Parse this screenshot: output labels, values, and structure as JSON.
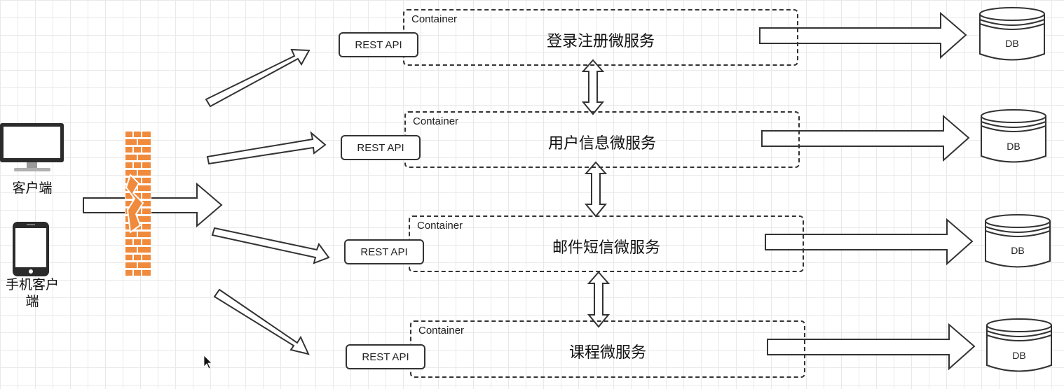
{
  "clients": {
    "desktop_label": "客户端",
    "mobile_label_line1": "手机客户",
    "mobile_label_line2": "端"
  },
  "services": [
    {
      "container_label": "Container",
      "title": "登录注册微服务",
      "api_label": "REST API",
      "db_label": "DB"
    },
    {
      "container_label": "Container",
      "title": "用户信息微服务",
      "api_label": "REST API",
      "db_label": "DB"
    },
    {
      "container_label": "Container",
      "title": "邮件短信微服务",
      "api_label": "REST API",
      "db_label": "DB"
    },
    {
      "container_label": "Container",
      "title": "课程微服务",
      "api_label": "REST API",
      "db_label": "DB"
    }
  ],
  "colors": {
    "gateway": "#f08a3c",
    "stroke": "#333333"
  },
  "icons": [
    "desktop-monitor-icon",
    "mobile-phone-icon",
    "firewall-gateway-icon",
    "cursor-icon",
    "database-icon"
  ]
}
